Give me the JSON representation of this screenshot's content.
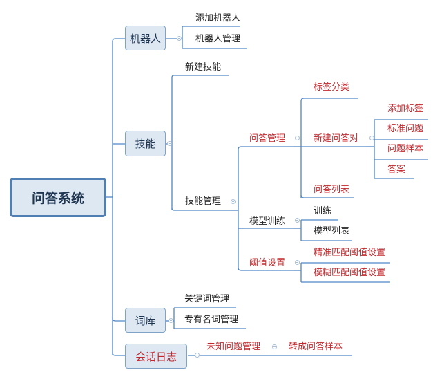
{
  "root": {
    "label": "问答系统"
  },
  "branches": {
    "robot": {
      "label": "机器人",
      "children": [
        "添加机器人",
        "机器人管理"
      ]
    },
    "skill": {
      "label": "技能",
      "new_skill": "新建技能",
      "manage": {
        "label": "技能管理",
        "qa_manage": {
          "label": "问答管理",
          "tag_classify": "标签分类",
          "new_qa_pair": {
            "label": "新建问答对",
            "children": [
              "添加标签",
              "标准问题",
              "问题样本",
              "答案"
            ]
          },
          "qa_list": "问答列表"
        },
        "model_train": {
          "label": "模型训练",
          "children": [
            "训练",
            "模型列表"
          ]
        },
        "threshold": {
          "label": "阈值设置",
          "children": [
            "精准匹配阈值设置",
            "模糊匹配阈值设置"
          ]
        }
      }
    },
    "lexicon": {
      "label": "词库",
      "children": [
        "关键词管理",
        "专有名词管理"
      ]
    },
    "session_log": {
      "label": "会话日志",
      "unknown_q": "未知问题管理",
      "to_sample": "转成问答样本"
    }
  },
  "colors": {
    "line": "#4f86c6",
    "text_red": "#c0282d",
    "text_black": "#222222",
    "box_fill": "#dde8f3",
    "box_border": "#7fa3c6",
    "root_border": "#4f7fb3"
  }
}
